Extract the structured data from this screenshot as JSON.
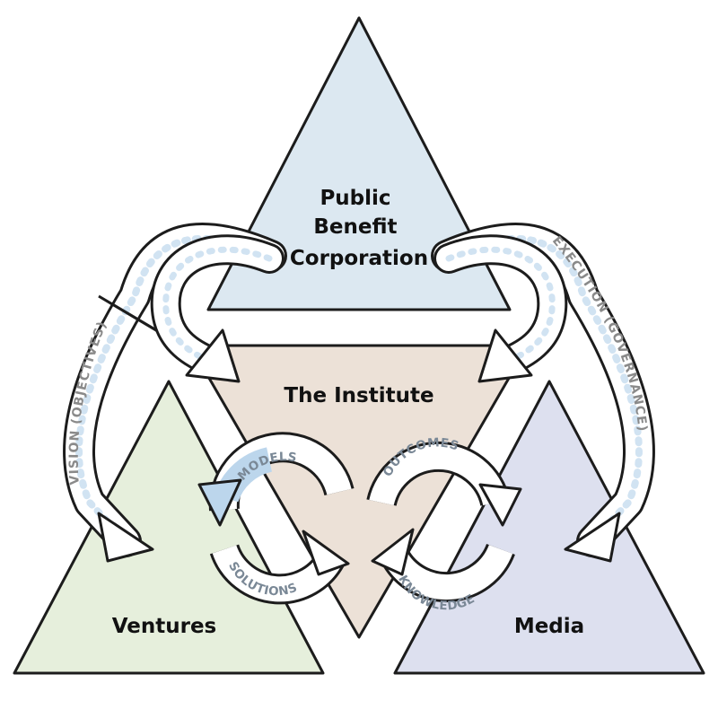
{
  "colors": {
    "public_benefit": "#dce8f1",
    "institute": "#ece1d7",
    "ventures": "#e6efdc",
    "media": "#dde0ef",
    "models_arrow": "#bcd6ec",
    "band_fill": "#ffffff",
    "outline": "#1c1c1c"
  },
  "triangles": {
    "top": {
      "lines": [
        "Public",
        "Benefit",
        "Corporation"
      ]
    },
    "center": {
      "label": "The Institute"
    },
    "left": {
      "label": "Ventures"
    },
    "right": {
      "label": "Media"
    }
  },
  "arrows": {
    "left": {
      "label": "VISION (OBJECTIVES)"
    },
    "right": {
      "label": "EXECUTION (GOVERNANCE)"
    }
  },
  "cycles": {
    "left": {
      "top": "MODELS",
      "bottom": "SOLUTIONS"
    },
    "right": {
      "top": "OUTCOMES",
      "bottom": "KNOWLEDGE"
    }
  }
}
